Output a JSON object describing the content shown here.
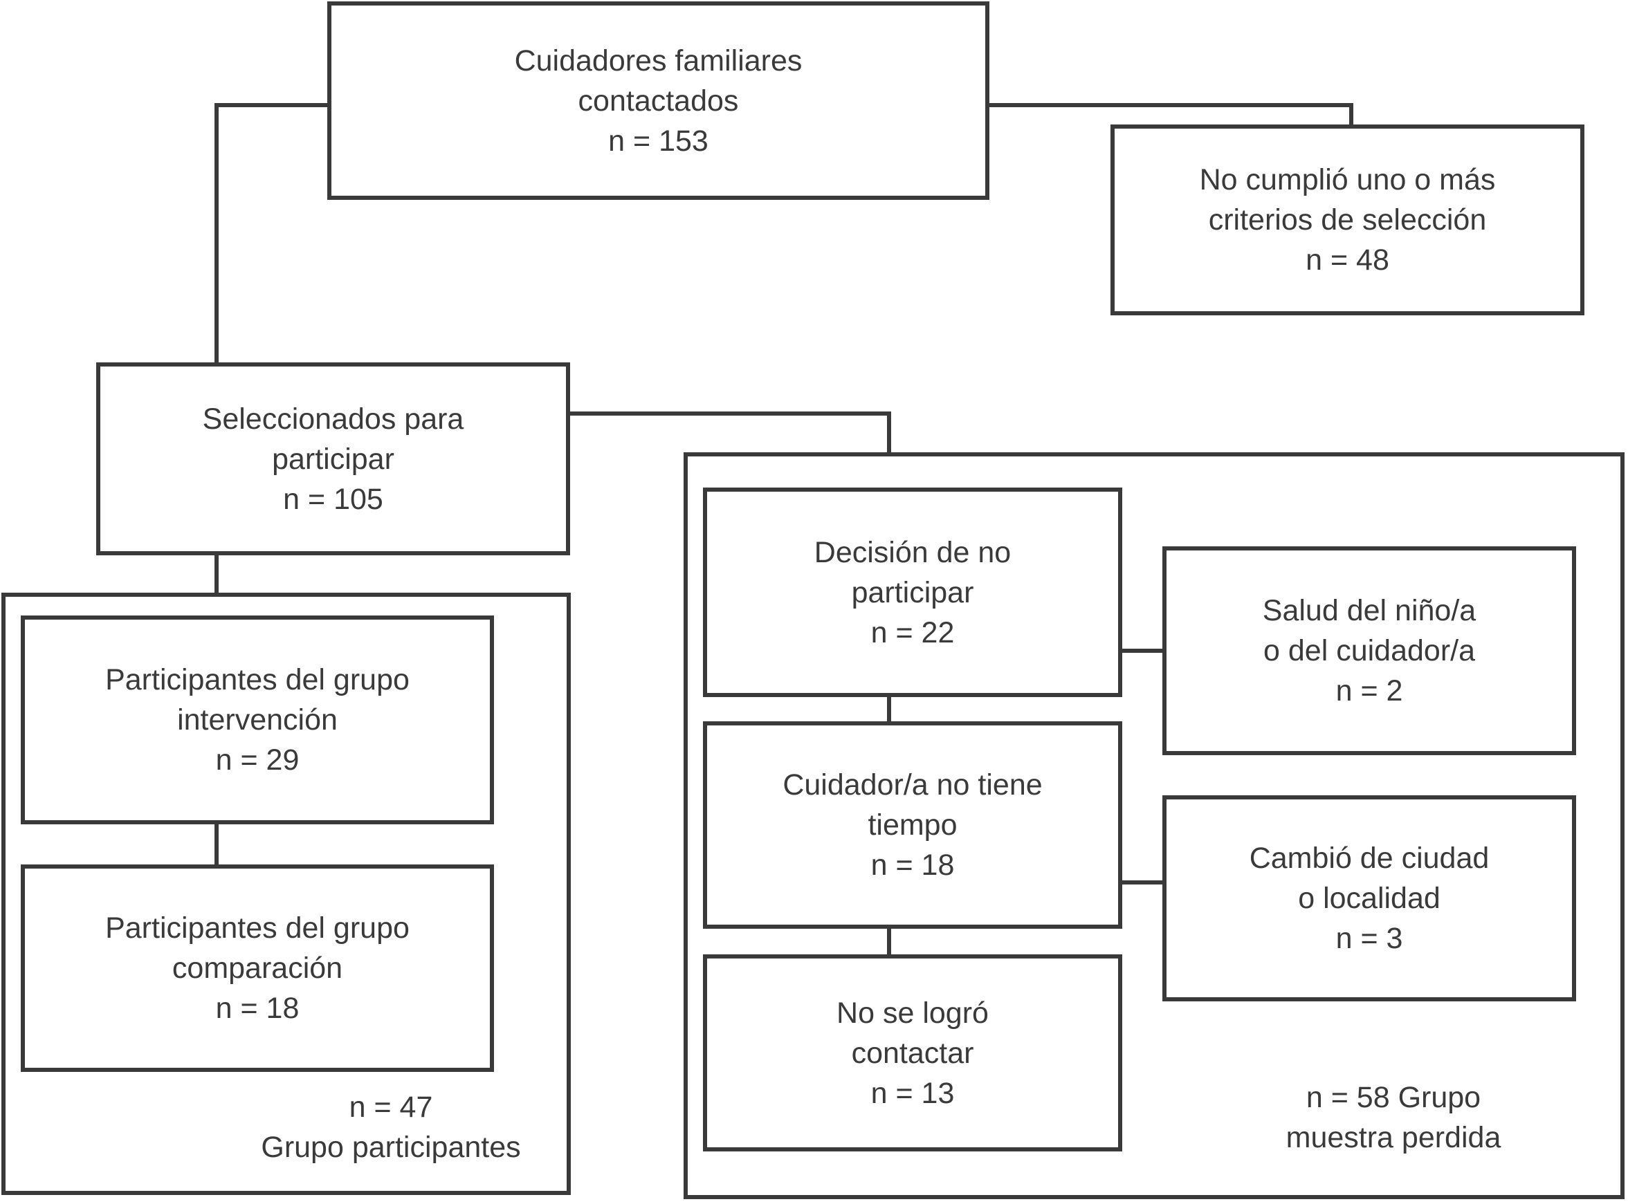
{
  "diagram": {
    "type": "flowchart",
    "language": "es",
    "line_color": "#3a3a3a",
    "background_color": "#ffffff",
    "boxes": {
      "contactados": {
        "lines": [
          "Cuidadores familiares",
          "contactados",
          "n = 153"
        ]
      },
      "no_cumplio": {
        "lines": [
          "No cumplió uno o más",
          "criterios de selección",
          "n = 48"
        ]
      },
      "seleccionados": {
        "lines": [
          "Seleccionados para",
          "participar",
          "n = 105"
        ]
      },
      "intervencion": {
        "lines": [
          "Participantes del grupo",
          "intervención",
          "n = 29"
        ]
      },
      "comparacion": {
        "lines": [
          "Participantes del grupo",
          "comparación",
          "n = 18"
        ]
      },
      "decision": {
        "lines": [
          "Decisión de no",
          "participar",
          "n = 22"
        ]
      },
      "salud": {
        "lines": [
          "Salud del niño/a",
          "o del cuidador/a",
          "n = 2"
        ]
      },
      "cuidador": {
        "lines": [
          "Cuidador/a no tiene",
          "tiempo",
          "n = 18"
        ]
      },
      "cambio": {
        "lines": [
          "Cambió de ciudad",
          "o localidad",
          "n = 3"
        ]
      },
      "no_contacto": {
        "lines": [
          "No se logró",
          "contactar",
          "n = 13"
        ]
      }
    },
    "labels": {
      "grupo_participantes": {
        "lines": [
          "n = 47",
          "Grupo participantes"
        ]
      },
      "muestra_perdida": {
        "lines": [
          "n = 58 Grupo",
          "muestra perdida"
        ]
      }
    }
  }
}
